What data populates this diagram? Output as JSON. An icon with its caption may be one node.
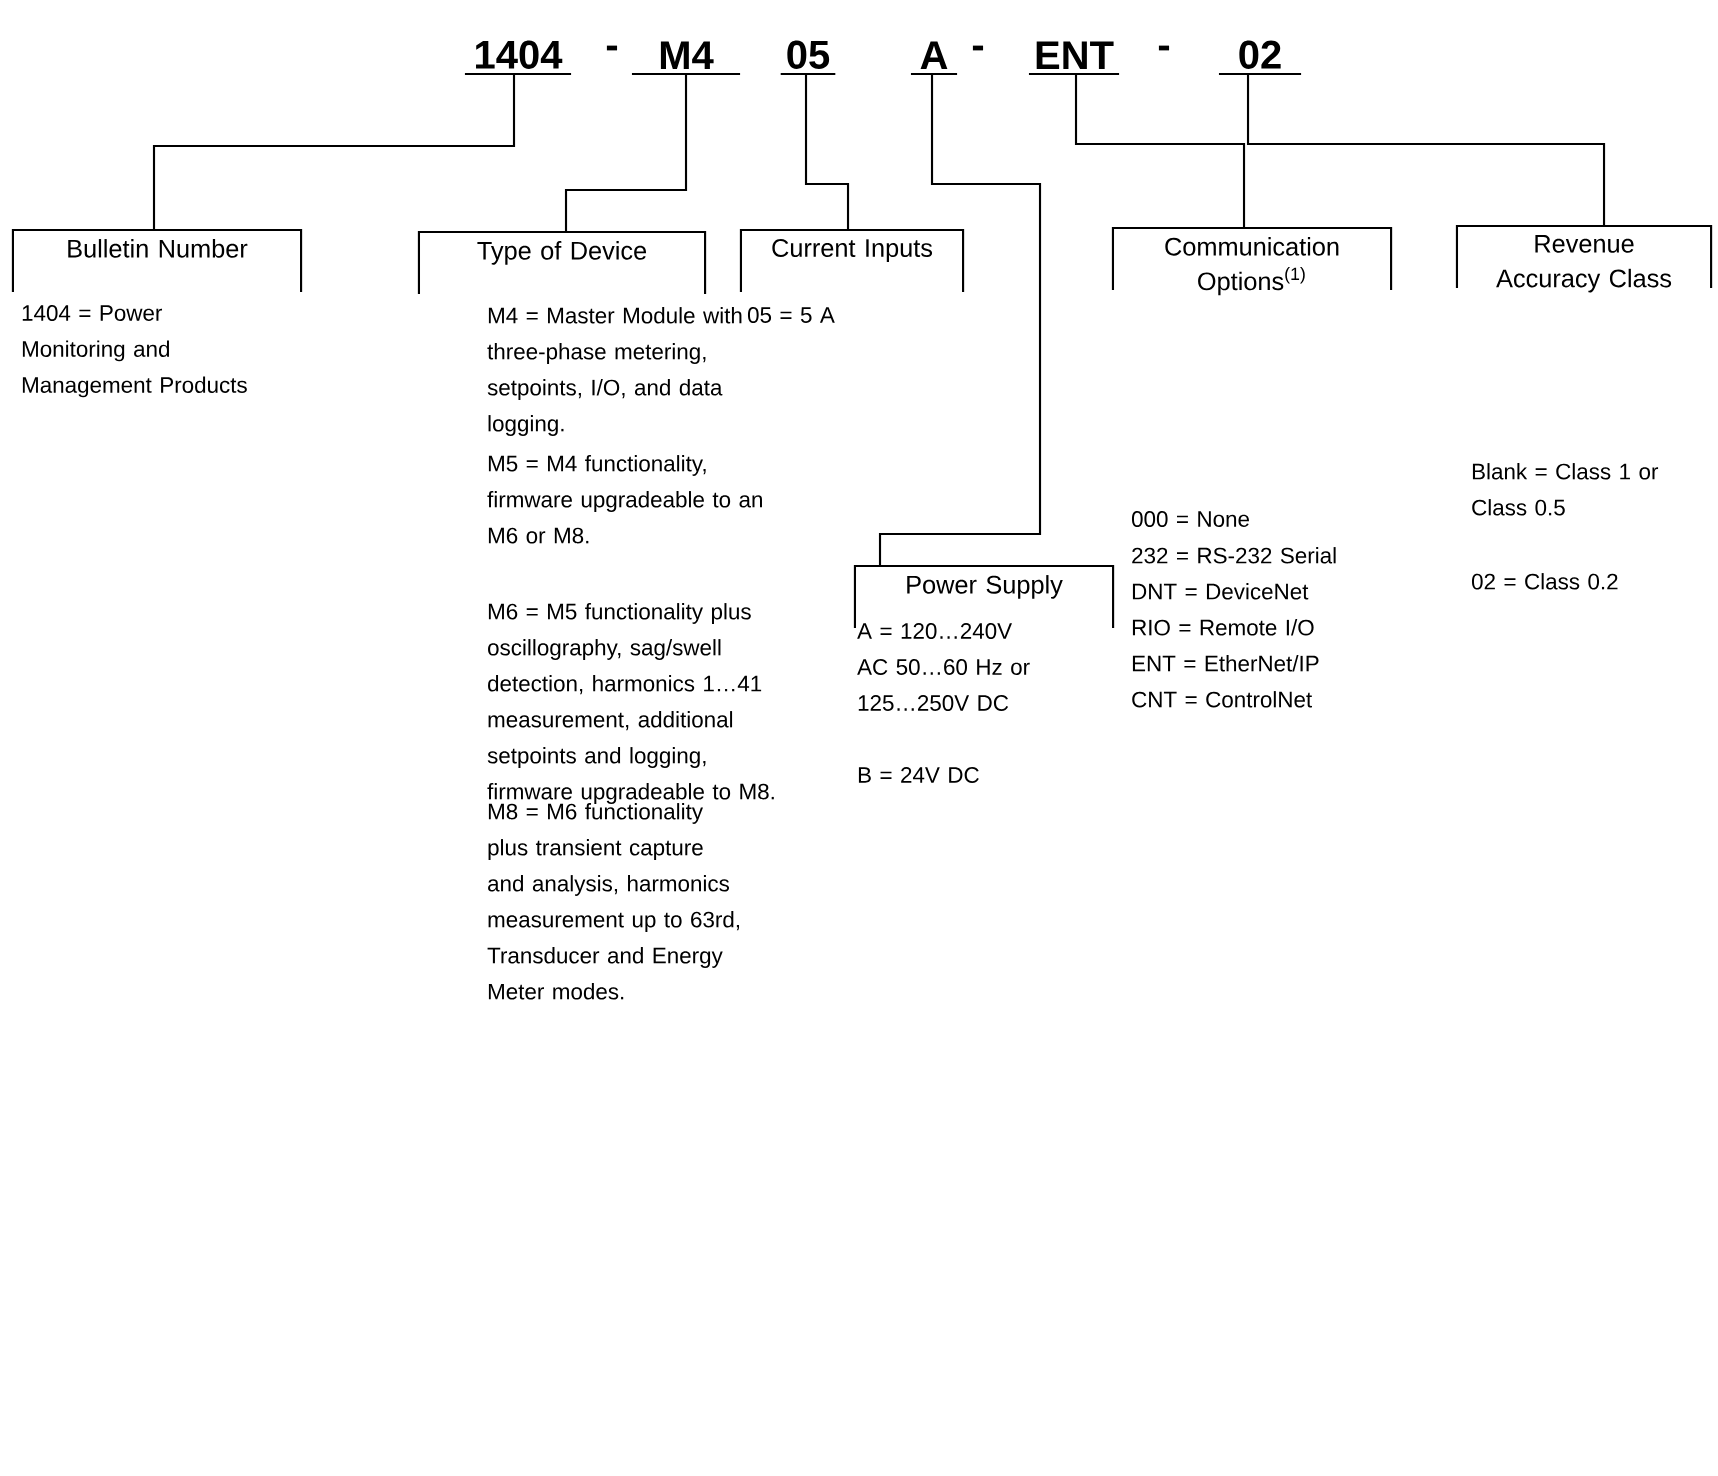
{
  "diagram": {
    "nodes": [
      {
        "text": [
          "1404"
        ]
      },
      {
        "text": [
          "M4"
        ]
      },
      {
        "text": [
          "05"
        ]
      },
      {
        "text": [
          "A"
        ]
      },
      {
        "text": [
          "ENT"
        ]
      },
      {
        "text": [
          "02"
        ]
      },
      {
        "text": [
          "Bulletin Number"
        ],
        "beside": [
          "1404 = Power Monitoring and Management Products"
        ]
      },
      {
        "text": [
          "Type of Device"
        ],
        "beside": [
          "M4 = Master Module with three-phase metering, setpoints, I/O, and data logging.",
          "M5 = M4 functionality, firmware upgradeable to an M6 or M8.",
          "M6 = M5 functionality plus oscillography, sag/swell detection, harmonics 1…41 measurement, additional setpoints and logging, firmware upgradeable to M8.",
          "M8 = M6 functionality plus transient capture and analysis, harmonics measurement up to 63rd, Transducer and Energy Meter modes."
        ]
      },
      {
        "text": [
          "Current Inputs"
        ],
        "beside": [
          "05 = 5 A"
        ]
      },
      {
        "text": [
          "Power Supply"
        ],
        "beside": [
          "A = 120…240V AC 50…60 Hz or 125…250V DC",
          "B = 24V DC"
        ]
      },
      {
        "text": [
          "Communication Options$^{(1)}$"
        ],
        "beside": [
          "000 = None",
          "232 = RS-232 Serial",
          "DNT = DeviceNet",
          "RIO = Remote I/O",
          "ENT = EtherNet/IP",
          "CNT = ControlNet"
        ]
      },
      {
        "text": [
          "Revenue Accuracy Class"
        ],
        "beside": [
          "Blank = Class 1 or Class 0.5",
          "02 = Class 0.2"
        ]
      }
    ],
    "edges": [
      {
        "from": 0,
        "to": 6,
        "arrow": "none"
      },
      {
        "from": 1,
        "to": 7,
        "arrow": "none"
      },
      {
        "from": 2,
        "to": 8,
        "arrow": "none"
      },
      {
        "from": 3,
        "to": 9,
        "arrow": "none"
      },
      {
        "from": 4,
        "to": 10,
        "arrow": "none"
      },
      {
        "from": 5,
        "to": 11,
        "arrow": "none"
      }
    ],
    "labels": [
      "-",
      "-",
      "-"
    ]
  }
}
